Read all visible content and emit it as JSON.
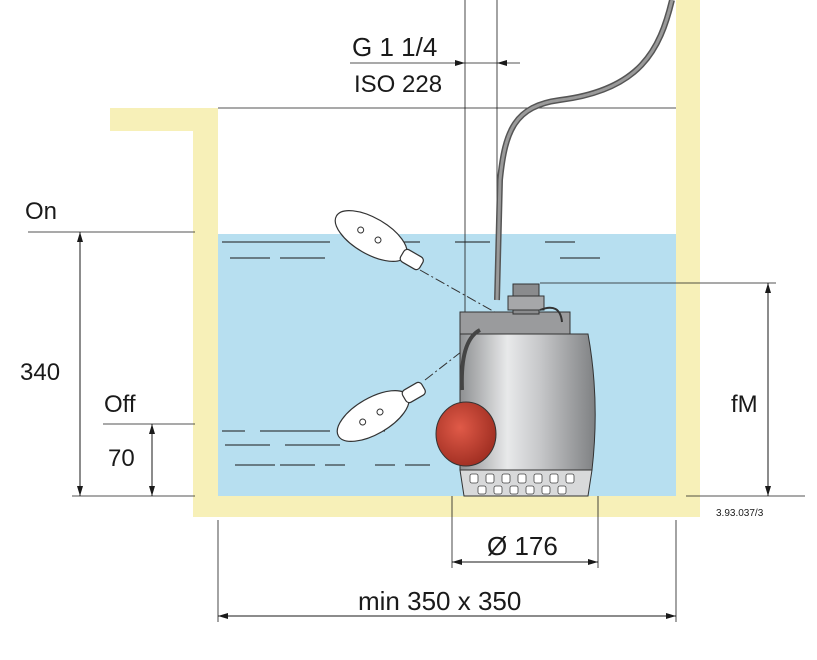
{
  "labels": {
    "thread_size": "G 1 1/4",
    "thread_standard": "ISO 228",
    "on_level": "On",
    "off_level": "Off",
    "height_on": "340",
    "height_off": "70",
    "pump_height": "fM",
    "pump_diameter": "Ø 176",
    "pit_size": "min 350 x 350",
    "drawing_code": "3.93.037/3"
  },
  "colors": {
    "pit_wall": "#f7f0b8",
    "water": "#b7dff0",
    "float_red": "#c0392b",
    "pump_body": "#c8c9cb"
  }
}
